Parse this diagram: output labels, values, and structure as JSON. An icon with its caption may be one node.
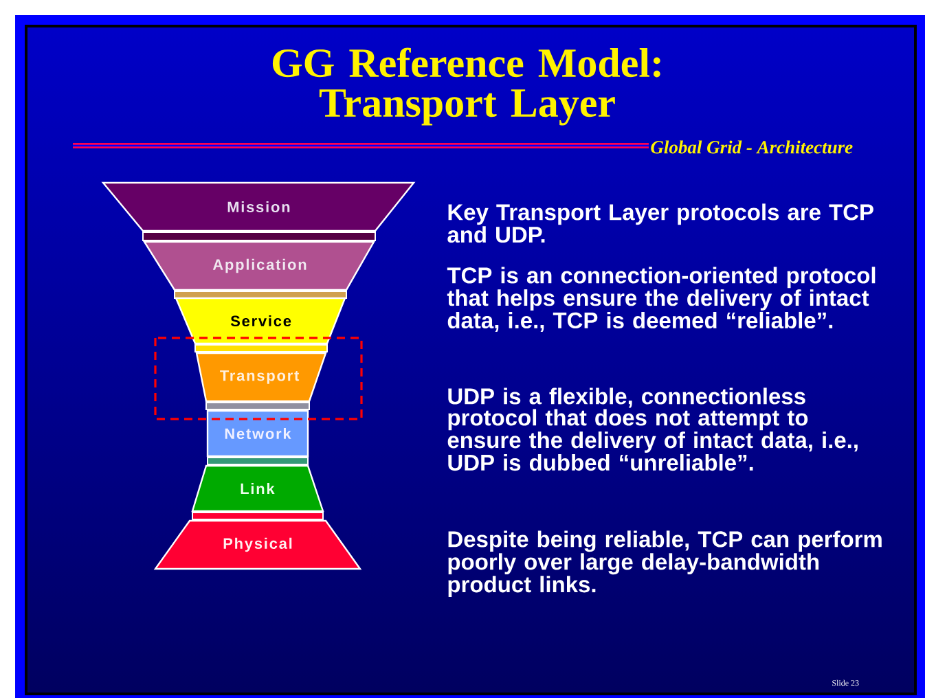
{
  "diagram": {
    "title": "GG Reference Model: Transport Layer",
    "nodes": [
      {
        "text": [
          "Mission"
        ]
      },
      {
        "text": [
          "Application"
        ]
      },
      {
        "text": [
          "Service"
        ]
      },
      {
        "text": [
          "Transport"
        ]
      },
      {
        "text": [
          "Network"
        ]
      },
      {
        "text": [
          "Link"
        ]
      },
      {
        "text": [
          "Physical"
        ]
      }
    ],
    "labels": [
      "Global Grid - Architecture",
      "Key Transport Layer protocols are TCP and UDP.",
      "TCP is an connection-oriented protocol that helps ensure the delivery of intact data, i.e., TCP is deemed “reliable”.",
      "UDP is a flexible, connectionless protocol that does not attempt to ensure the delivery of intact data, i.e., UDP is dubbed “unreliable”.",
      "Despite being reliable, TCP can perform poorly over large delay-bandwidth product links.",
      "Slide 23"
    ]
  }
}
